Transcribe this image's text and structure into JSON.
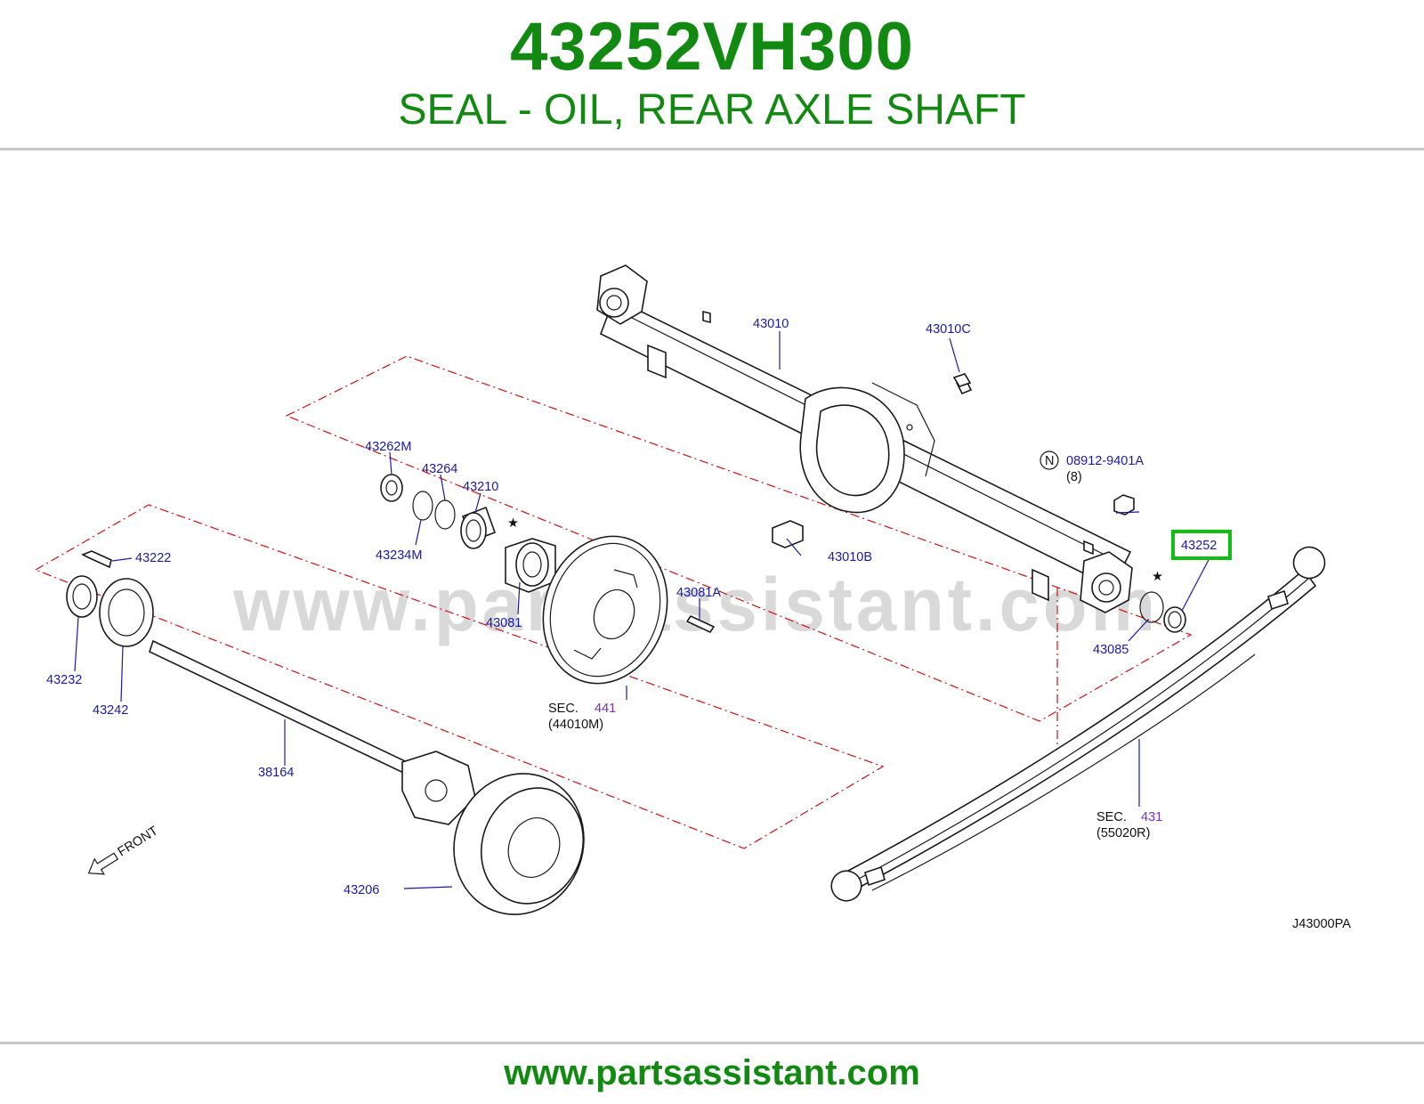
{
  "header": {
    "part_number": "43252VH300",
    "description": "SEAL - OIL, REAR AXLE SHAFT"
  },
  "footer": {
    "url": "www.partsassistant.com"
  },
  "diagram": {
    "watermark": "www.partsassistant.com",
    "drawing_code": "J43000PA",
    "highlight_color": "#10c010",
    "callouts": {
      "c43010": "43010",
      "c43010C": "43010C",
      "c08912": "08912-9401A",
      "c08912_qty": "(8)",
      "n_mark": "N",
      "c43252": "43252",
      "c43010B": "43010B",
      "c43262M": "43262M",
      "c43264": "43264",
      "c43210": "43210",
      "c43234M": "43234M",
      "c43222": "43222",
      "c43081": "43081",
      "c43081A": "43081A",
      "c43085": "43085",
      "c43232": "43232",
      "c43242": "43242",
      "c38164": "38164",
      "c43206": "43206",
      "sec441_label": "SEC.",
      "sec441_num": "441",
      "sec441_ref": "(44010M)",
      "sec431_label": "SEC.",
      "sec431_num": "431",
      "sec431_ref": "(55020R)",
      "front": "FRONT"
    }
  }
}
